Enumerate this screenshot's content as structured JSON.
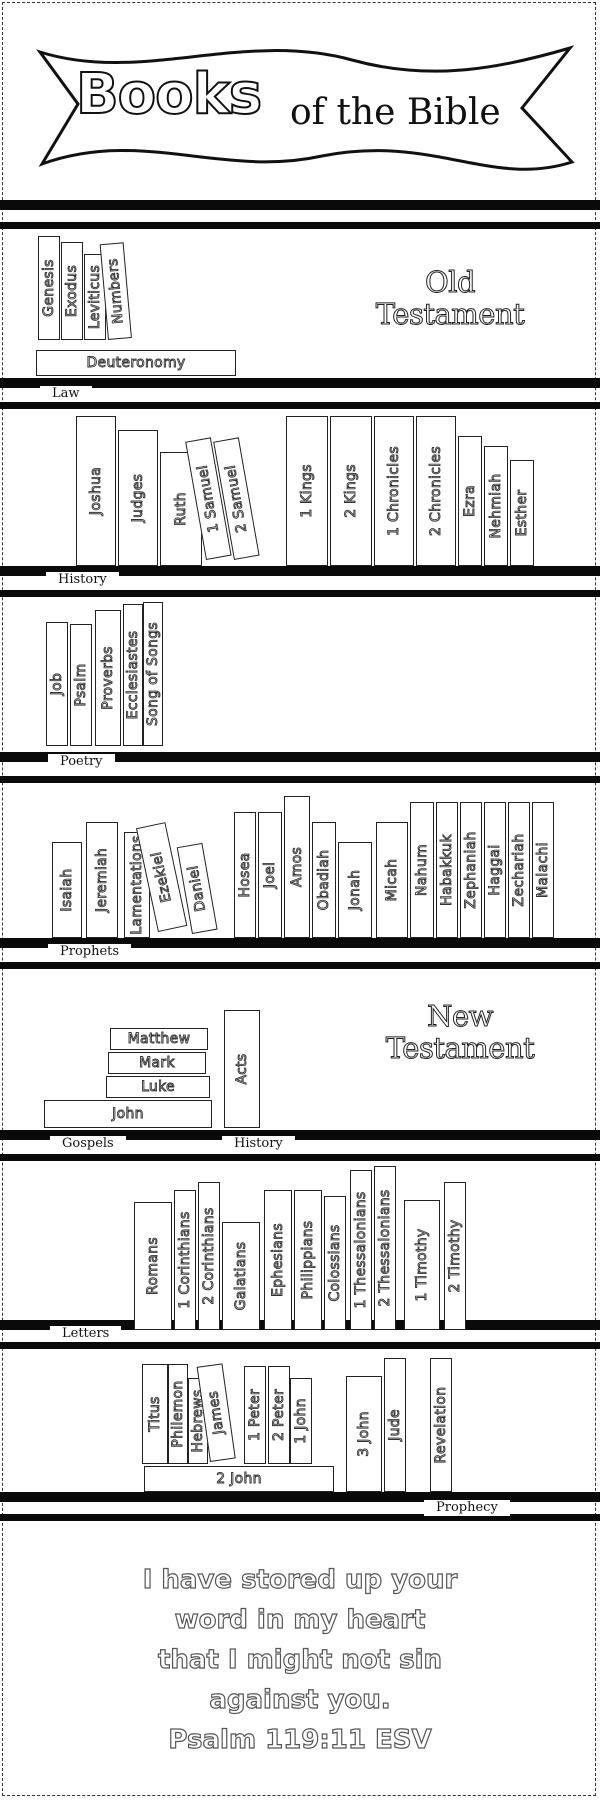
{
  "title": {
    "main": "Books",
    "sub": "of the Bible"
  },
  "headings": {
    "old_testament": [
      "Old",
      "Testament"
    ],
    "new_testament": [
      "New",
      "Testament"
    ]
  },
  "shelf_labels": {
    "law": "Law",
    "history": "History",
    "poetry": "Poetry",
    "prophets": "Prophets",
    "gospels": "Gospels",
    "nt_history": "History",
    "letters": "Letters",
    "prophecy": "Prophecy"
  },
  "books": {
    "law": [
      "Genesis",
      "Exodus",
      "Leviticus",
      "Numbers",
      "Deuteronomy"
    ],
    "history": [
      "Joshua",
      "Judges",
      "Ruth",
      "1 Samuel",
      "2 Samuel",
      "1 Kings",
      "2 Kings",
      "1 Chronicles",
      "2 Chronicles",
      "Ezra",
      "Nehmiah",
      "Esther"
    ],
    "poetry": [
      "Job",
      "Psalm",
      "Proverbs",
      "Ecclesiastes",
      "Song of Songs"
    ],
    "prophets": [
      "Isaiah",
      "Jeremiah",
      "Lamentations",
      "Ezekiel",
      "Daniel",
      "Hosea",
      "Joel",
      "Amos",
      "Obadiah",
      "Jonah",
      "Micah",
      "Nahum",
      "Habakkuk",
      "Zephaniah",
      "Haggai",
      "Zechariah",
      "Malachi"
    ],
    "gospels": [
      "Matthew",
      "Mark",
      "Luke",
      "John"
    ],
    "nt_history": [
      "Acts"
    ],
    "letters": [
      "Romans",
      "1 Corinthians",
      "2 Corinthians",
      "Galatians",
      "Ephesians",
      "Philippians",
      "Colossians",
      "1 Thessalonians",
      "2 Thessalonians",
      "1 Timothy",
      "2 Timothy"
    ],
    "prophecy": [
      "Titus",
      "Philemon",
      "Hebrews",
      "James",
      "1 Peter",
      "2 Peter",
      "1 John",
      "2 John",
      "3 John",
      "Jude",
      "Revelation"
    ]
  },
  "verse": {
    "lines": [
      "I have stored up your",
      "word in my heart",
      "that I might not sin",
      "against you."
    ],
    "reference": "Psalm 119:11 ESV"
  }
}
